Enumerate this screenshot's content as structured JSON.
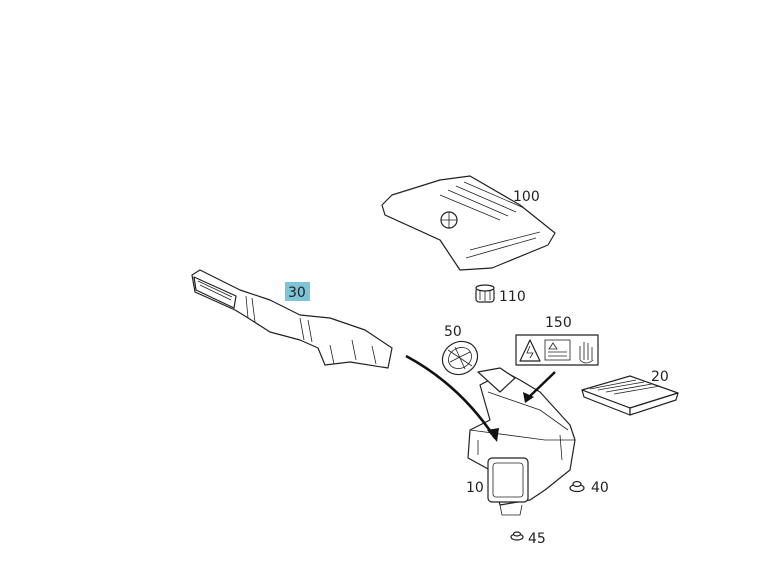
{
  "diagram": {
    "highlight_color": "#7ec4d8",
    "parts": [
      {
        "id": "p100",
        "label": "100",
        "name": "engine-cover"
      },
      {
        "id": "p110",
        "label": "110",
        "name": "rubber-mount"
      },
      {
        "id": "p30",
        "label": "30",
        "name": "air-intake-duct",
        "highlighted": true
      },
      {
        "id": "p50",
        "label": "50",
        "name": "air-mass-sensor"
      },
      {
        "id": "p150",
        "label": "150",
        "name": "warning-label"
      },
      {
        "id": "p20",
        "label": "20",
        "name": "air-filter-element"
      },
      {
        "id": "p10",
        "label": "10",
        "name": "air-filter-housing"
      },
      {
        "id": "p40",
        "label": "40",
        "name": "grommet"
      },
      {
        "id": "p45",
        "label": "45",
        "name": "grommet-small"
      }
    ]
  }
}
